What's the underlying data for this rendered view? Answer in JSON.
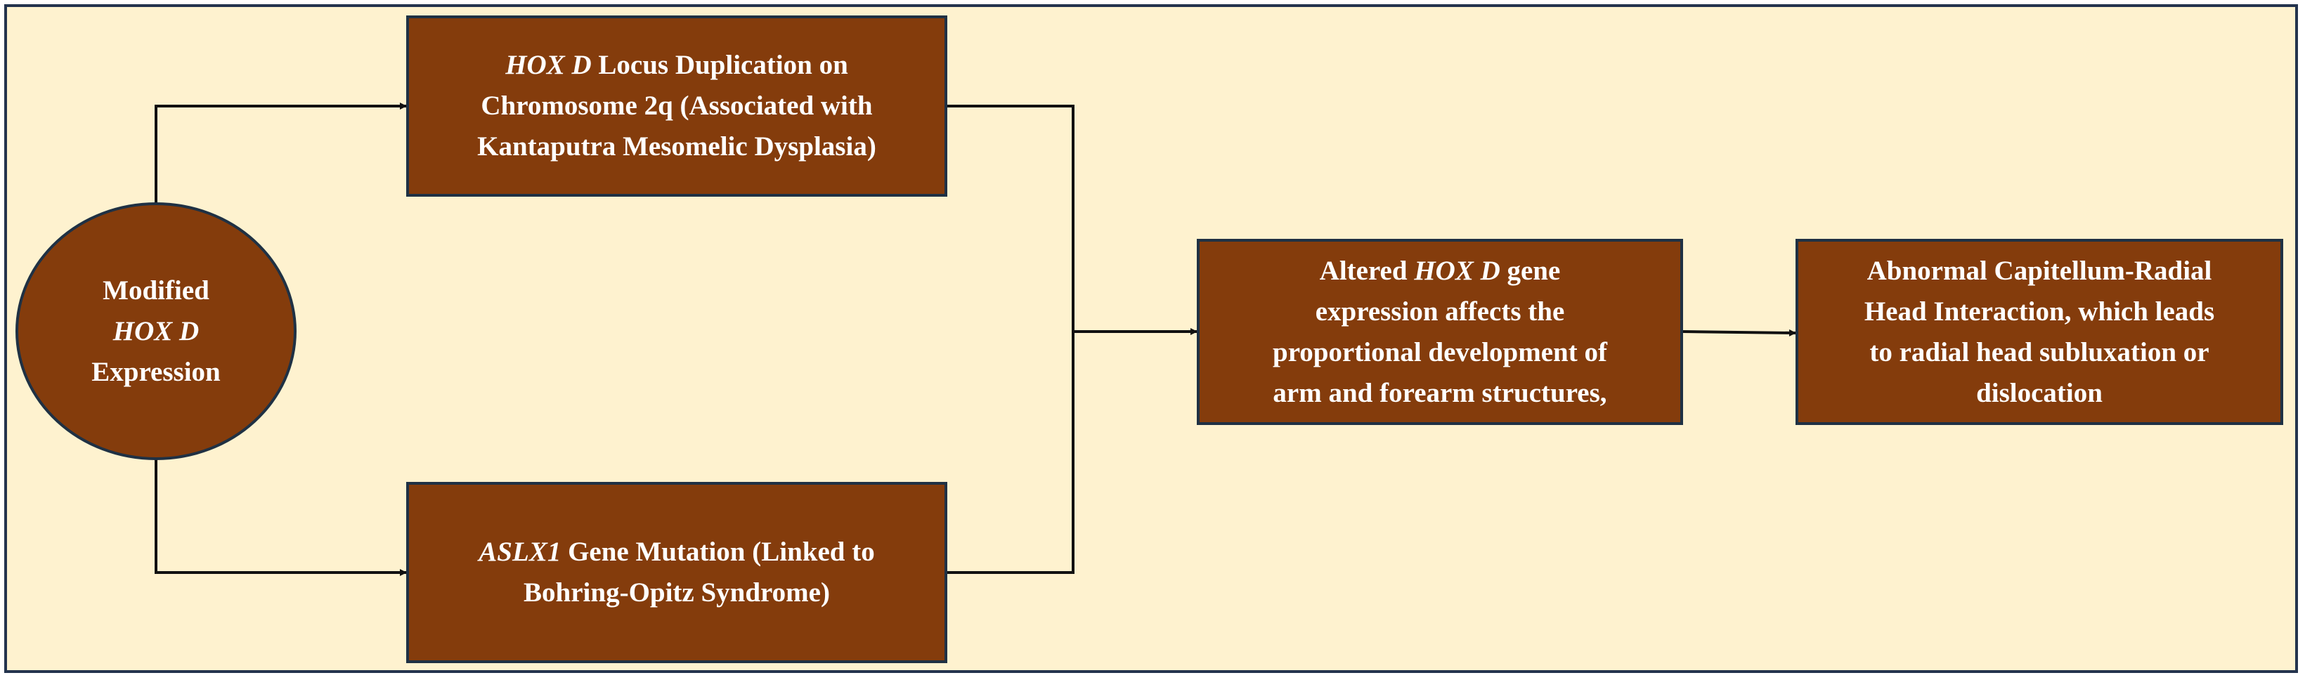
{
  "colors": {
    "background": "#fef2cf",
    "frame_border": "#24344e",
    "node_fill": "#843c0c",
    "node_border": "#1f3144",
    "node_text": "#ffffff",
    "connector": "#111111"
  },
  "nodes": {
    "modified_hoxd": {
      "line1": "Modified",
      "line2": "HOX D",
      "line3": "Expression"
    },
    "hoxd_duplication": {
      "gene": "HOX D",
      "line1_rest": " Locus Duplication on",
      "line2": "Chromosome 2q (Associated with",
      "line3": "Kantaputra Mesomelic Dysplasia)"
    },
    "aslx1_mutation": {
      "gene": "ASLX1",
      "line1_rest": " Gene Mutation (Linked to",
      "line2": "Bohring-Opitz Syndrome)"
    },
    "altered_expression": {
      "line1_pre": "Altered ",
      "gene": "HOX D",
      "line1_post": " gene",
      "line2": "expression affects the",
      "line3": "proportional development of",
      "line4": "arm and forearm structures,"
    },
    "abnormal_interaction": {
      "line1": "Abnormal Capitellum-Radial",
      "line2": "Head Interaction, which leads",
      "line3": "to radial head subluxation or",
      "line4": "dislocation"
    }
  }
}
